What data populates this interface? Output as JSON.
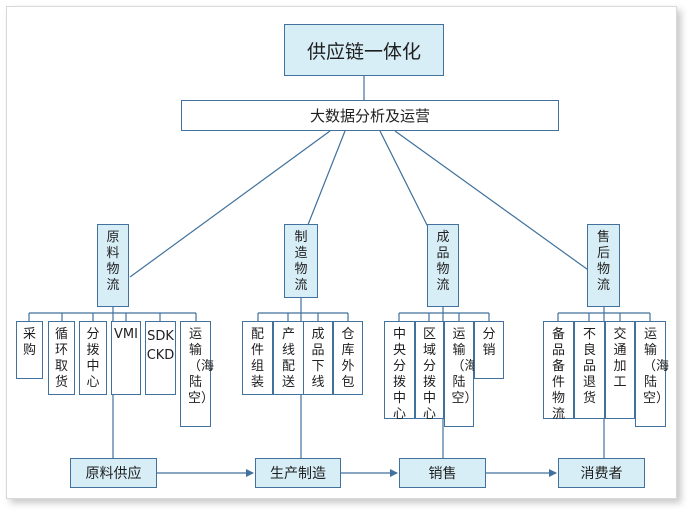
{
  "title": "供应链一体化",
  "analytics": "大数据分析及运营",
  "categories": [
    {
      "label": "原料物流",
      "items": [
        "采购",
        "循环取货",
        "分拨中心",
        "VMI",
        "SDK CKD",
        "运输（海陆空）"
      ]
    },
    {
      "label": "制造物流",
      "items": [
        "配件组装",
        "产线配送",
        "成品下线",
        "仓库外包"
      ]
    },
    {
      "label": "成品物流",
      "items": [
        "中央分拨中心",
        "区域分拨中心",
        "运输（海陆空）",
        "分销"
      ]
    },
    {
      "label": "售后物流",
      "items": [
        "备品备件物流",
        "不良品退货",
        "交通加工",
        "运输（海陆空）"
      ]
    }
  ],
  "flow": [
    "原料供应",
    "生产制造",
    "销售",
    "消费者"
  ],
  "colors": {
    "fill": "#d7eef7",
    "border": "#41719c",
    "line": "#41719c"
  }
}
